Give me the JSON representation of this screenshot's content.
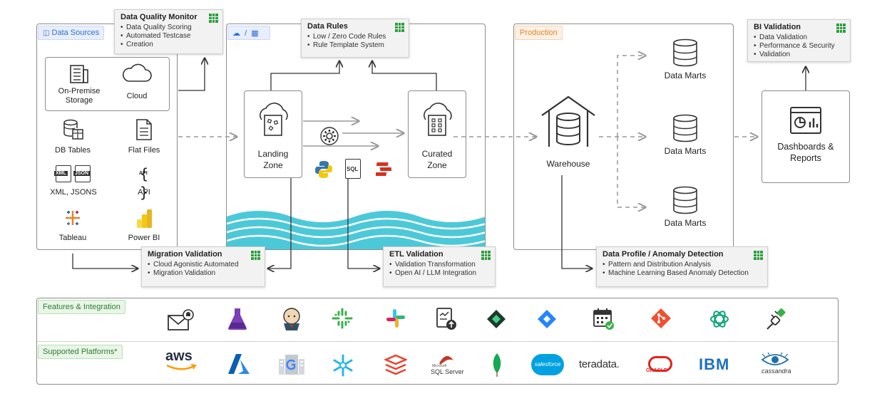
{
  "sources": {
    "tag": "Data Sources",
    "on_premise": "On-Premise\nStorage",
    "cloud": "Cloud",
    "db_tables": "DB Tables",
    "flat_files": "Flat Files",
    "xml_jsons": "XML, JSONS",
    "api": "API",
    "tableau": "Tableau",
    "powerbi": "Power BI",
    "xml_badge": "XML",
    "json_badge": "JSON",
    "api_badge": "API"
  },
  "cards": {
    "dqm": {
      "title": "Data Quality Monitor",
      "items": [
        "Data Quality Scoring",
        "Automated Testcase",
        "Creation"
      ]
    },
    "rules": {
      "title": "Data Rules",
      "items": [
        "Low / Zero Code Rules",
        "Rule Template System"
      ]
    },
    "migration": {
      "title": "Migration Validation",
      "items": [
        "Cloud Agonistic Automated",
        "Migration Validation"
      ]
    },
    "etl": {
      "title": "ETL Validation",
      "items": [
        "Validation Transformation",
        "Open AI / LLM Integration"
      ]
    },
    "profile": {
      "title": "Data Profile / Anomaly Detection",
      "items": [
        "Pattern and Distribution Analysis",
        "Machine Learning Based Anomaly Detection"
      ]
    },
    "bi": {
      "title": "BI Validation",
      "items": [
        "Data Validation",
        "Performance & Security",
        "Validation"
      ]
    }
  },
  "lake": {
    "tag_sep": "/",
    "landing": "Landing\nZone",
    "curated": "Curated\nZone",
    "sql_badge": "SQL"
  },
  "production": {
    "tag": "Production",
    "warehouse": "Warehouse",
    "marts": [
      "Data Marts",
      "Data Marts",
      "Data Marts"
    ]
  },
  "dashboards": "Dashboards &\nReports",
  "bottom": {
    "features_tag": "Features & Integration",
    "platforms_tag": "Supported Platforms*",
    "feature_icons": [
      "mail-alert-icon",
      "flask-icon",
      "jenkins-icon",
      "connector-icon",
      "slack-icon",
      "report-upload-icon",
      "diamond-icon",
      "jira-icon",
      "calendar-check-icon",
      "git-icon",
      "openai-icon",
      "plug-icon"
    ],
    "platforms": {
      "aws": "aws",
      "sqlserver_small": "Microsoft",
      "sqlserver": "SQL Server",
      "salesforce": "salesforce",
      "teradata": "teradata.",
      "oracle": "ORACLE",
      "ibm": "IBM",
      "cassandra": "cassandra"
    }
  },
  "colors": {
    "green": "#2e9e3e",
    "water": "#4cc9d9",
    "orange": "#e8832a",
    "blue_tag": "#2f6fd6"
  }
}
